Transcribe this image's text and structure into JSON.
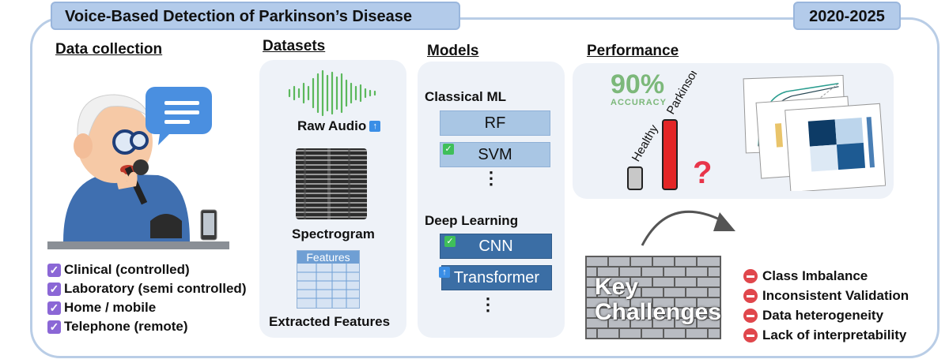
{
  "header": {
    "title": "Voice-Based Detection of Parkinson’s Disease",
    "years": "2020-2025"
  },
  "data_collection": {
    "heading": "Data collection",
    "items": [
      "Clinical (controlled)",
      "Laboratory (semi controlled)",
      "Home / mobile",
      "Telephone (remote)"
    ]
  },
  "datasets": {
    "heading": "Datasets",
    "raw_audio": "Raw Audio",
    "spectrogram": "Spectrogram",
    "features_table_header": "Features",
    "extracted_features": "Extracted Features"
  },
  "models": {
    "heading": "Models",
    "classical_label": "Classical ML",
    "classical": [
      "RF",
      "SVM"
    ],
    "deep_label": "Deep  Learning",
    "deep": [
      "CNN",
      "Transformer"
    ],
    "ellipsis": "⋮"
  },
  "performance": {
    "heading": "Performance",
    "accuracy_value": "90%",
    "accuracy_label": "ACCURACY",
    "bars": [
      {
        "label": "Healthy",
        "value": 0.32,
        "color": "#c8c8c8"
      },
      {
        "label": "Parkinson",
        "value": 1.0,
        "color": "#e32626"
      }
    ],
    "question": "?"
  },
  "challenges": {
    "wall_label": [
      "Key",
      "Challenges"
    ],
    "items": [
      "Class Imbalance",
      "Inconsistent Validation",
      "Data heterogeneity",
      "Lack of interpretability"
    ]
  },
  "colors": {
    "frame": "#b9cde6",
    "title_bg": "#b3cbea",
    "check": "#8b67d6",
    "model_light": "#a9c6e4",
    "model_dark": "#3b6ea5",
    "minus": "#e0474c"
  }
}
